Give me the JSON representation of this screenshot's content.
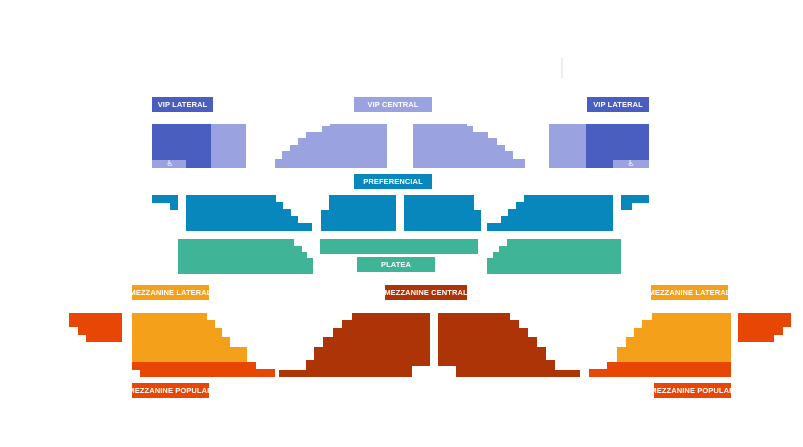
{
  "colors": {
    "vip_dark": "#4a5ec0",
    "vip_light": "#9aa2df",
    "preferencial": "#0887bd",
    "platea": "#3fb497",
    "mezz_lateral": "#f5a01b",
    "mezz_central": "#ad3407",
    "mezz_popular": "#e84605"
  },
  "labels": {
    "vip_lateral_left": "VIP LATERAL",
    "vip_central": "VIP CENTRAL",
    "vip_lateral_right": "VIP LATERAL",
    "preferencial": "PREFERENCIAL",
    "platea": "PLATEA",
    "mezz_lateral_left": "MEZZANINE LATERAL",
    "mezz_central": "MEZZANINE CENTRAL",
    "mezz_lateral_right": "MEZZANINE LATERAL",
    "mezz_popular_left": "MEZZANINE POPULAR",
    "mezz_popular_right": "MEZZANINE POPULAR"
  },
  "icons": {
    "accessibility_left": "wheelchair-icon",
    "accessibility_right": "wheelchair-icon"
  }
}
